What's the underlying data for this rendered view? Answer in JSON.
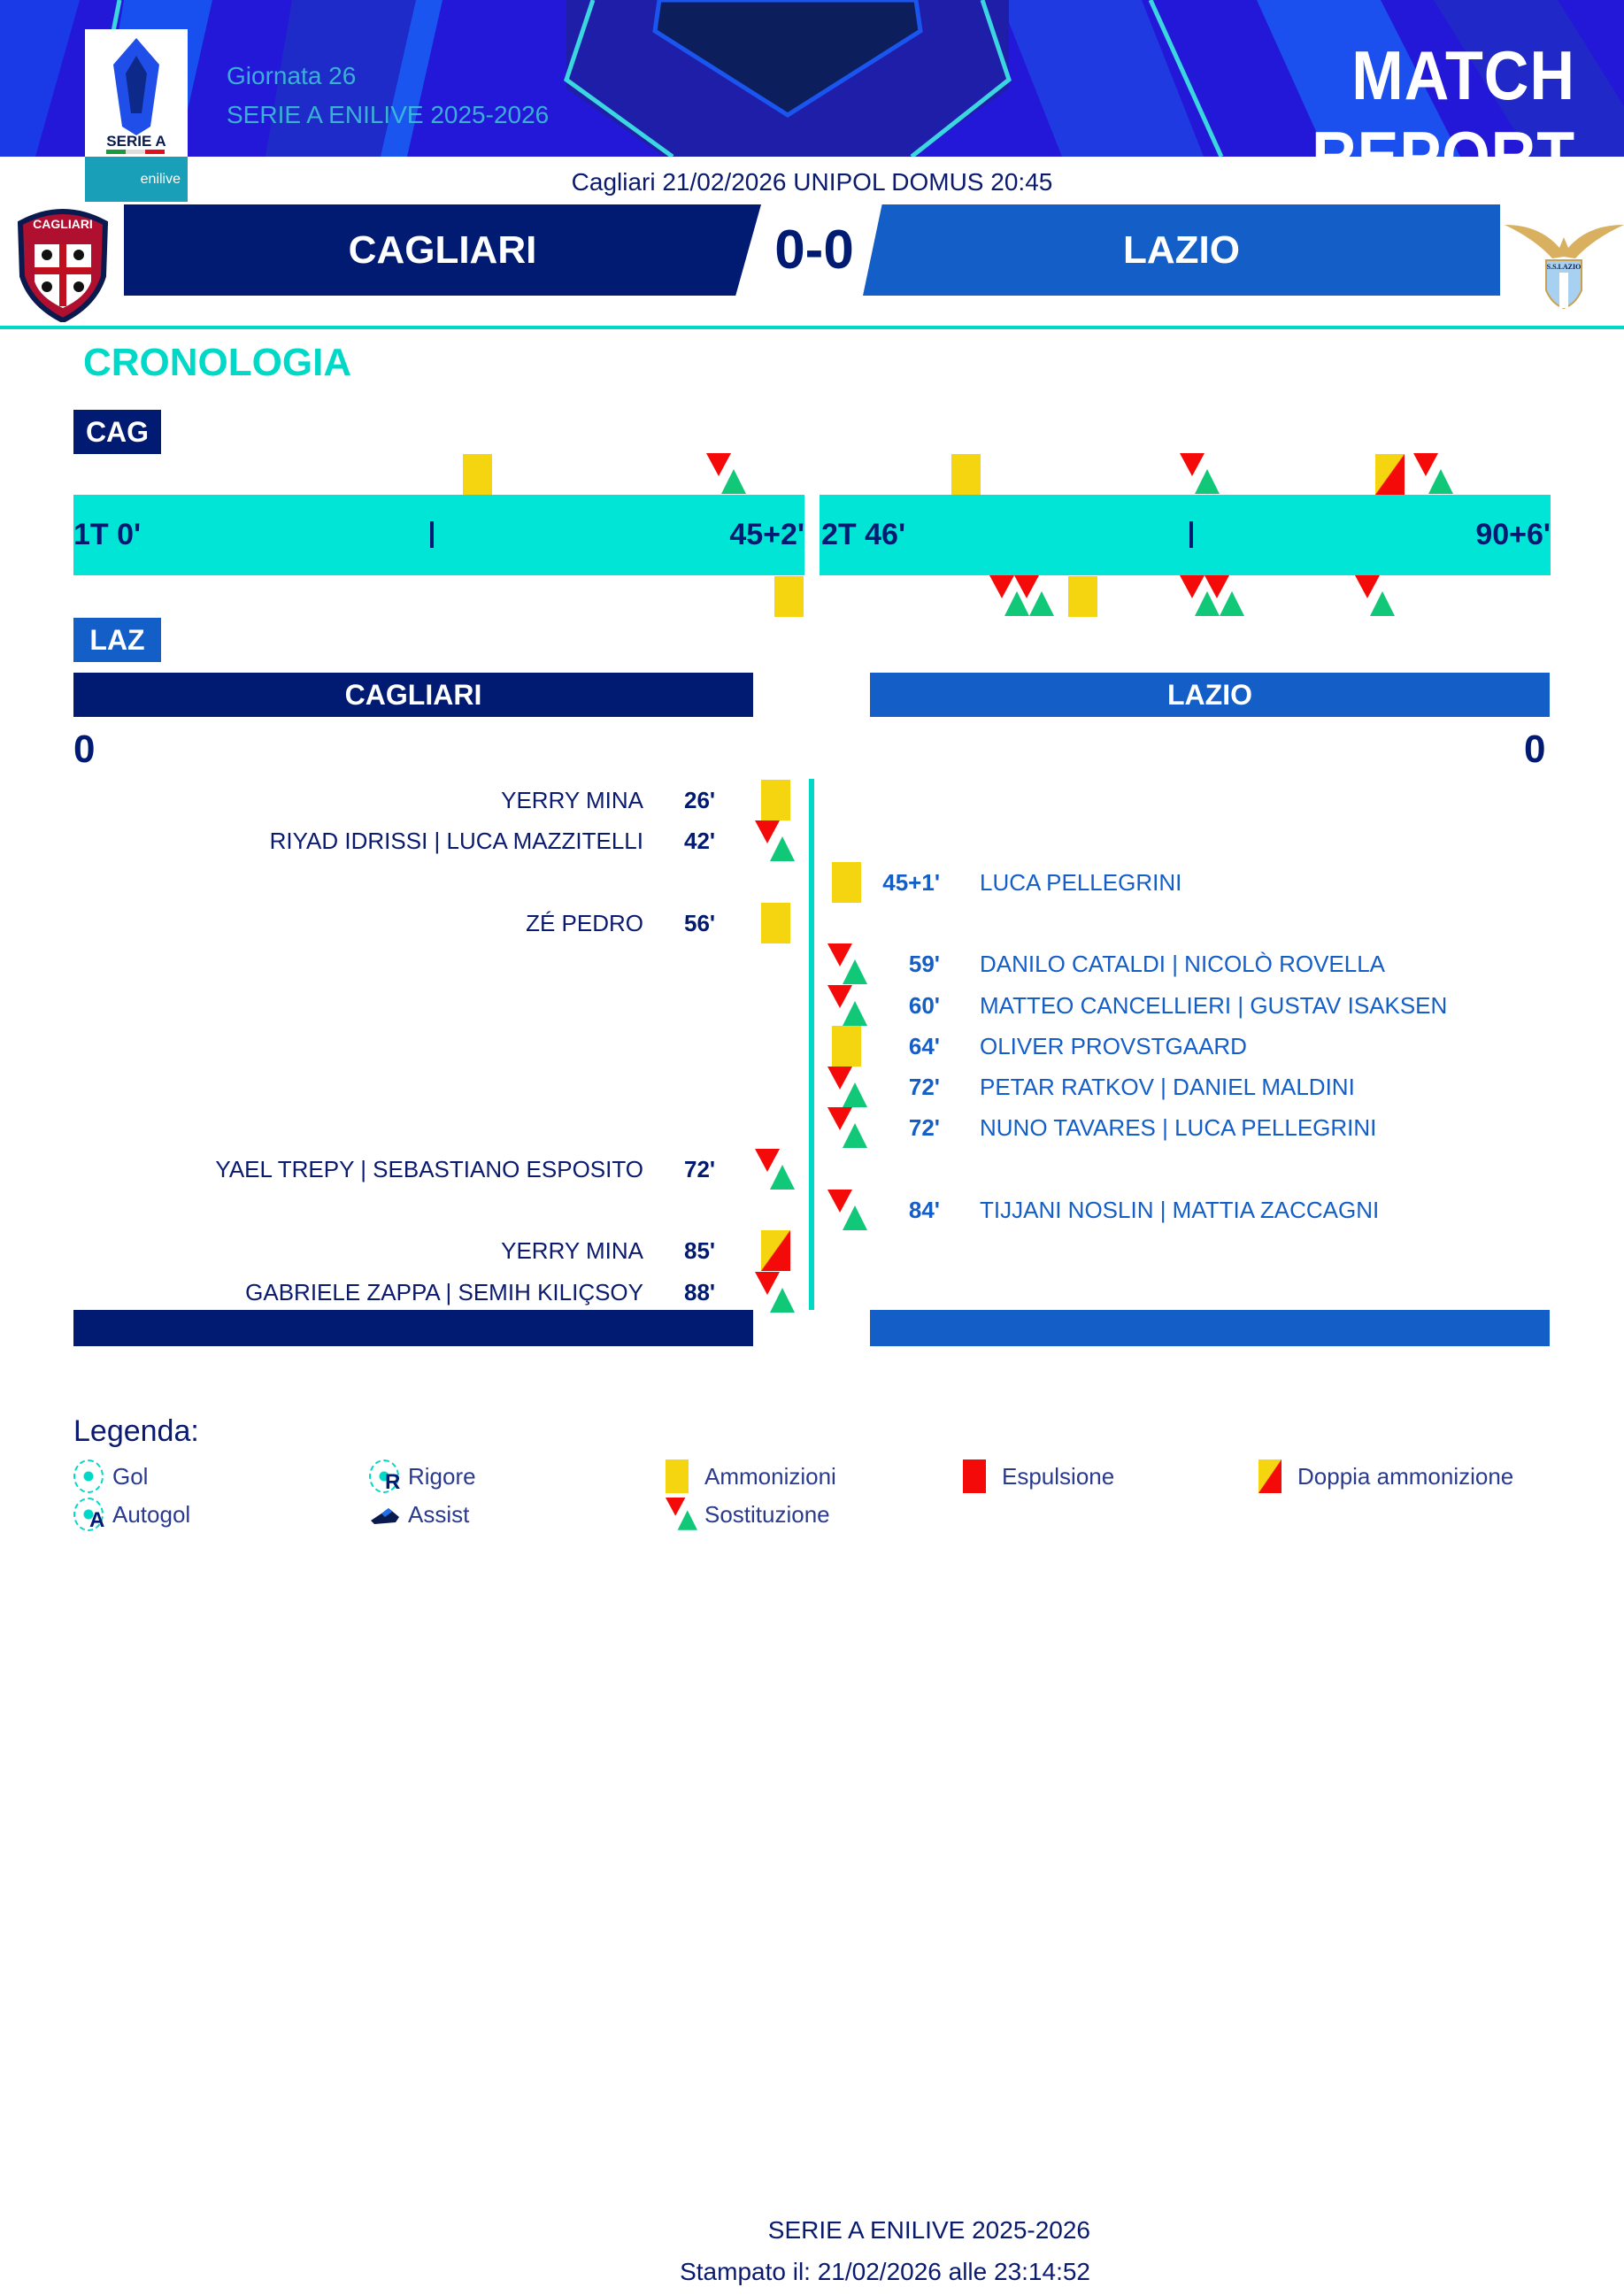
{
  "header": {
    "round": "Giornata 26",
    "competition": "SERIE A ENILIVE 2025-2026",
    "title": "MATCH REPORT",
    "logo_text": "SERIE A",
    "sponsor": "enilive",
    "venue_line": "Cagliari 21/02/2026 UNIPOL DOMUS 20:45"
  },
  "match": {
    "home": {
      "name": "CAGLIARI",
      "short": "CAG",
      "goals": "0",
      "color": "#011a72",
      "crest_text": "CAGLIARI"
    },
    "away": {
      "name": "LAZIO",
      "short": "LAZ",
      "goals": "0",
      "color": "#145ec8",
      "crest_text": "S.S.LAZIO"
    },
    "score": "0-0"
  },
  "timeline": {
    "section_title": "CRONOLOGIA",
    "first_half": {
      "start_label": "1T 0'",
      "end_label": "45+2'",
      "start": 0,
      "end": 47
    },
    "second_half": {
      "start_label": "2T 46'",
      "end_label": "90+6'",
      "start": 46,
      "end": 96
    }
  },
  "events": [
    {
      "team": "home",
      "type": "yellow",
      "minute": "26'",
      "half": 1,
      "t": 26,
      "players": "YERRY MINA"
    },
    {
      "team": "home",
      "type": "sub",
      "minute": "42'",
      "half": 1,
      "t": 42,
      "players": "RIYAD IDRISSI | LUCA MAZZITELLI"
    },
    {
      "team": "away",
      "type": "yellow",
      "minute": "45+1'",
      "half": 1,
      "t": 46,
      "players": "LUCA PELLEGRINI"
    },
    {
      "team": "home",
      "type": "yellow",
      "minute": "56'",
      "half": 2,
      "t": 56,
      "players": "ZÉ PEDRO"
    },
    {
      "team": "away",
      "type": "sub",
      "minute": "59'",
      "half": 2,
      "t": 59,
      "players": "DANILO CATALDI | NICOLÒ ROVELLA"
    },
    {
      "team": "away",
      "type": "sub",
      "minute": "60'",
      "half": 2,
      "t": 60,
      "players": "MATTEO CANCELLIERI | GUSTAV ISAKSEN"
    },
    {
      "team": "away",
      "type": "yellow",
      "minute": "64'",
      "half": 2,
      "t": 64,
      "players": "OLIVER PROVSTGAARD"
    },
    {
      "team": "away",
      "type": "sub",
      "minute": "72'",
      "half": 2,
      "t": 72,
      "players": "PETAR RATKOV | DANIEL MALDINI"
    },
    {
      "team": "away",
      "type": "sub",
      "minute": "72'",
      "half": 2,
      "t": 72,
      "players": "NUNO TAVARES | LUCA PELLEGRINI"
    },
    {
      "team": "home",
      "type": "sub",
      "minute": "72'",
      "half": 2,
      "t": 72,
      "players": "YAEL TREPY | SEBASTIANO ESPOSITO"
    },
    {
      "team": "away",
      "type": "sub",
      "minute": "84'",
      "half": 2,
      "t": 84,
      "players": "TIJJANI NOSLIN | MATTIA ZACCAGNI"
    },
    {
      "team": "home",
      "type": "double",
      "minute": "85'",
      "half": 2,
      "t": 85,
      "players": "YERRY MINA"
    },
    {
      "team": "home",
      "type": "sub",
      "minute": "88'",
      "half": 2,
      "t": 88,
      "players": "GABRIELE ZAPPA | SEMIH KILIÇSOY"
    }
  ],
  "legend": {
    "title": "Legenda:",
    "items": [
      {
        "icon": "goal-ball-icon",
        "label": "Gol"
      },
      {
        "icon": "penalty-ball-icon",
        "label": "Rigore"
      },
      {
        "icon": "yellow-card-icon",
        "label": "Ammonizioni"
      },
      {
        "icon": "red-card-icon",
        "label": "Espulsione"
      },
      {
        "icon": "double-yellow-icon",
        "label": "Doppia ammonizione"
      },
      {
        "icon": "own-goal-ball-icon",
        "label": "Autogol"
      },
      {
        "icon": "assist-boot-icon",
        "label": "Assist"
      },
      {
        "icon": "substitution-icon",
        "label": "Sostituzione"
      }
    ]
  },
  "footer": {
    "competition": "SERIE A ENILIVE 2025-2026",
    "printed": "Stampato il: 21/02/2026 alle 23:14:52"
  }
}
